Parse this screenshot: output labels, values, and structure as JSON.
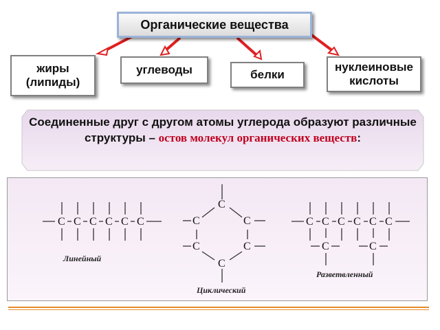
{
  "title": "Органические вещества",
  "classes": {
    "fats_line1": "жиры",
    "fats_line2": "(липиды)",
    "carbohydrates": "углеводы",
    "proteins": "белки",
    "nucleic_line1": "нуклеиновые",
    "nucleic_line2": "кислоты"
  },
  "banner": {
    "text_black": "Соединенные друг с другом атомы углерода образуют различные структуры – ",
    "text_red": "остов молекул органических веществ",
    "text_end": ":"
  },
  "structures": {
    "atom": "C",
    "linear_label": "Линейный",
    "cyclic_label": "Циклический",
    "branched_label": "Разветвленный"
  },
  "colors": {
    "arrow": "#e02020",
    "highlight_text": "#c0001f",
    "banner_fill": "#ede0f0",
    "accent_line": "#e88a28"
  }
}
